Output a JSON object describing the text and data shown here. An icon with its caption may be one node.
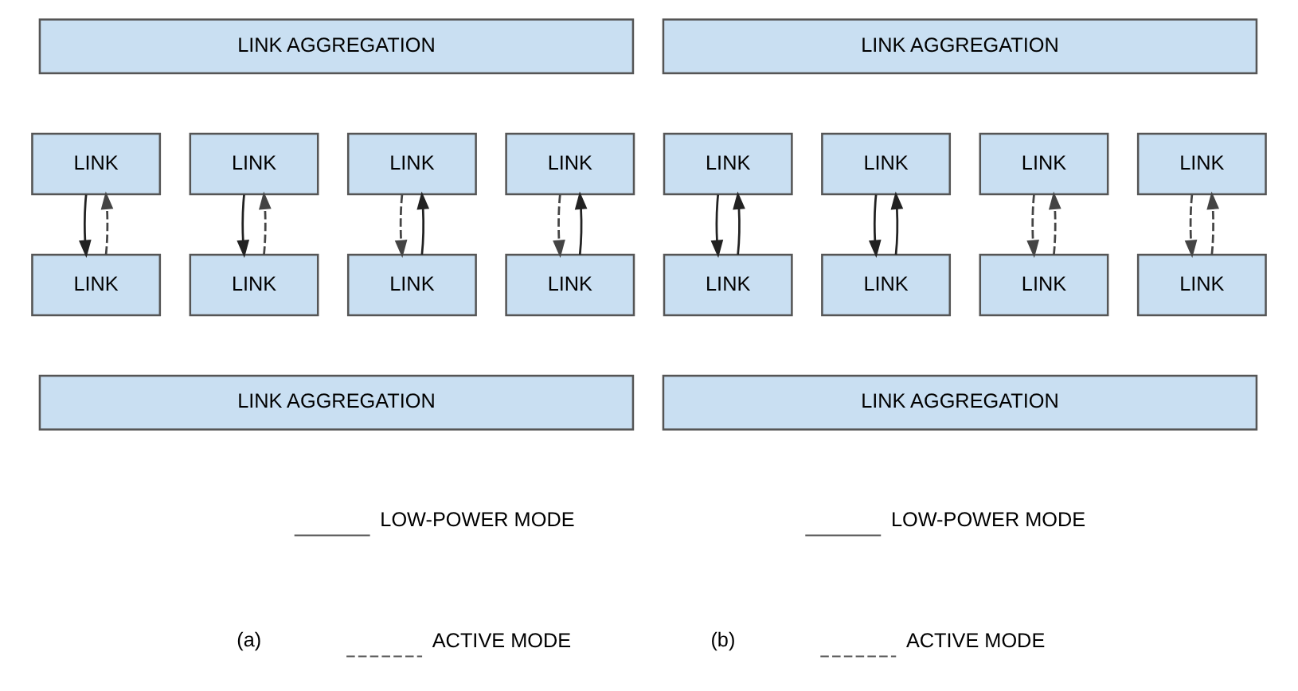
{
  "diagram": {
    "nodes": [
      {
        "text": [
          "LINK AGGREGATION"
        ]
      },
      {
        "text": [
          "LINK"
        ]
      },
      {
        "text": [
          "LINK"
        ]
      },
      {
        "text": [
          "LINK"
        ]
      },
      {
        "text": [
          "LINK"
        ]
      },
      {
        "text": [
          "LINK"
        ]
      },
      {
        "text": [
          "LINK"
        ]
      },
      {
        "text": [
          "LINK"
        ]
      },
      {
        "text": [
          "LINK"
        ]
      },
      {
        "text": [
          "LINK AGGREGATION"
        ]
      },
      {
        "text": [
          "LINK AGGREGATION"
        ]
      },
      {
        "text": [
          "LINK"
        ]
      },
      {
        "text": [
          "LINK"
        ]
      },
      {
        "text": [
          "LINK"
        ]
      },
      {
        "text": [
          "LINK"
        ]
      },
      {
        "text": [
          "LINK"
        ]
      },
      {
        "text": [
          "LINK"
        ]
      },
      {
        "text": [
          "LINK"
        ]
      },
      {
        "text": [
          "LINK"
        ]
      },
      {
        "text": [
          "LINK AGGREGATION"
        ]
      }
    ],
    "edges": [
      {
        "from": 5,
        "to": 1,
        "arrow": "to",
        "style": "dashed"
      },
      {
        "from": 1,
        "to": 5,
        "arrow": "to"
      },
      {
        "from": 6,
        "to": 2,
        "arrow": "to",
        "style": "dashed"
      },
      {
        "from": 2,
        "to": 6,
        "arrow": "to"
      },
      {
        "from": 3,
        "to": 7,
        "arrow": "to",
        "style": "dashed"
      },
      {
        "from": 7,
        "to": 3,
        "arrow": "to"
      },
      {
        "from": 4,
        "to": 8,
        "arrow": "to",
        "style": "dashed"
      },
      {
        "from": 8,
        "to": 4,
        "arrow": "to"
      },
      {
        "from": 11,
        "to": 15,
        "arrow": "to"
      },
      {
        "from": 15,
        "to": 11,
        "arrow": "to"
      },
      {
        "from": 12,
        "to": 16,
        "arrow": "to"
      },
      {
        "from": 16,
        "to": 12,
        "arrow": "to"
      },
      {
        "from": 17,
        "to": 13,
        "arrow": "to",
        "style": "dashed"
      },
      {
        "from": 13,
        "to": 17,
        "arrow": "to",
        "style": "dashed"
      },
      {
        "from": 18,
        "to": 14,
        "arrow": "to",
        "style": "dashed"
      },
      {
        "from": 14,
        "to": 18,
        "arrow": "to",
        "style": "dashed"
      }
    ],
    "labels": [
      "(a)",
      "(b)"
    ],
    "legend": [
      {
        "text": "LOW-POWER MODE"
      },
      {
        "text": "ACTIVE MODE"
      },
      {
        "text": "LOW-POWER MODE"
      },
      {
        "text": "ACTIVE MODE"
      }
    ]
  }
}
